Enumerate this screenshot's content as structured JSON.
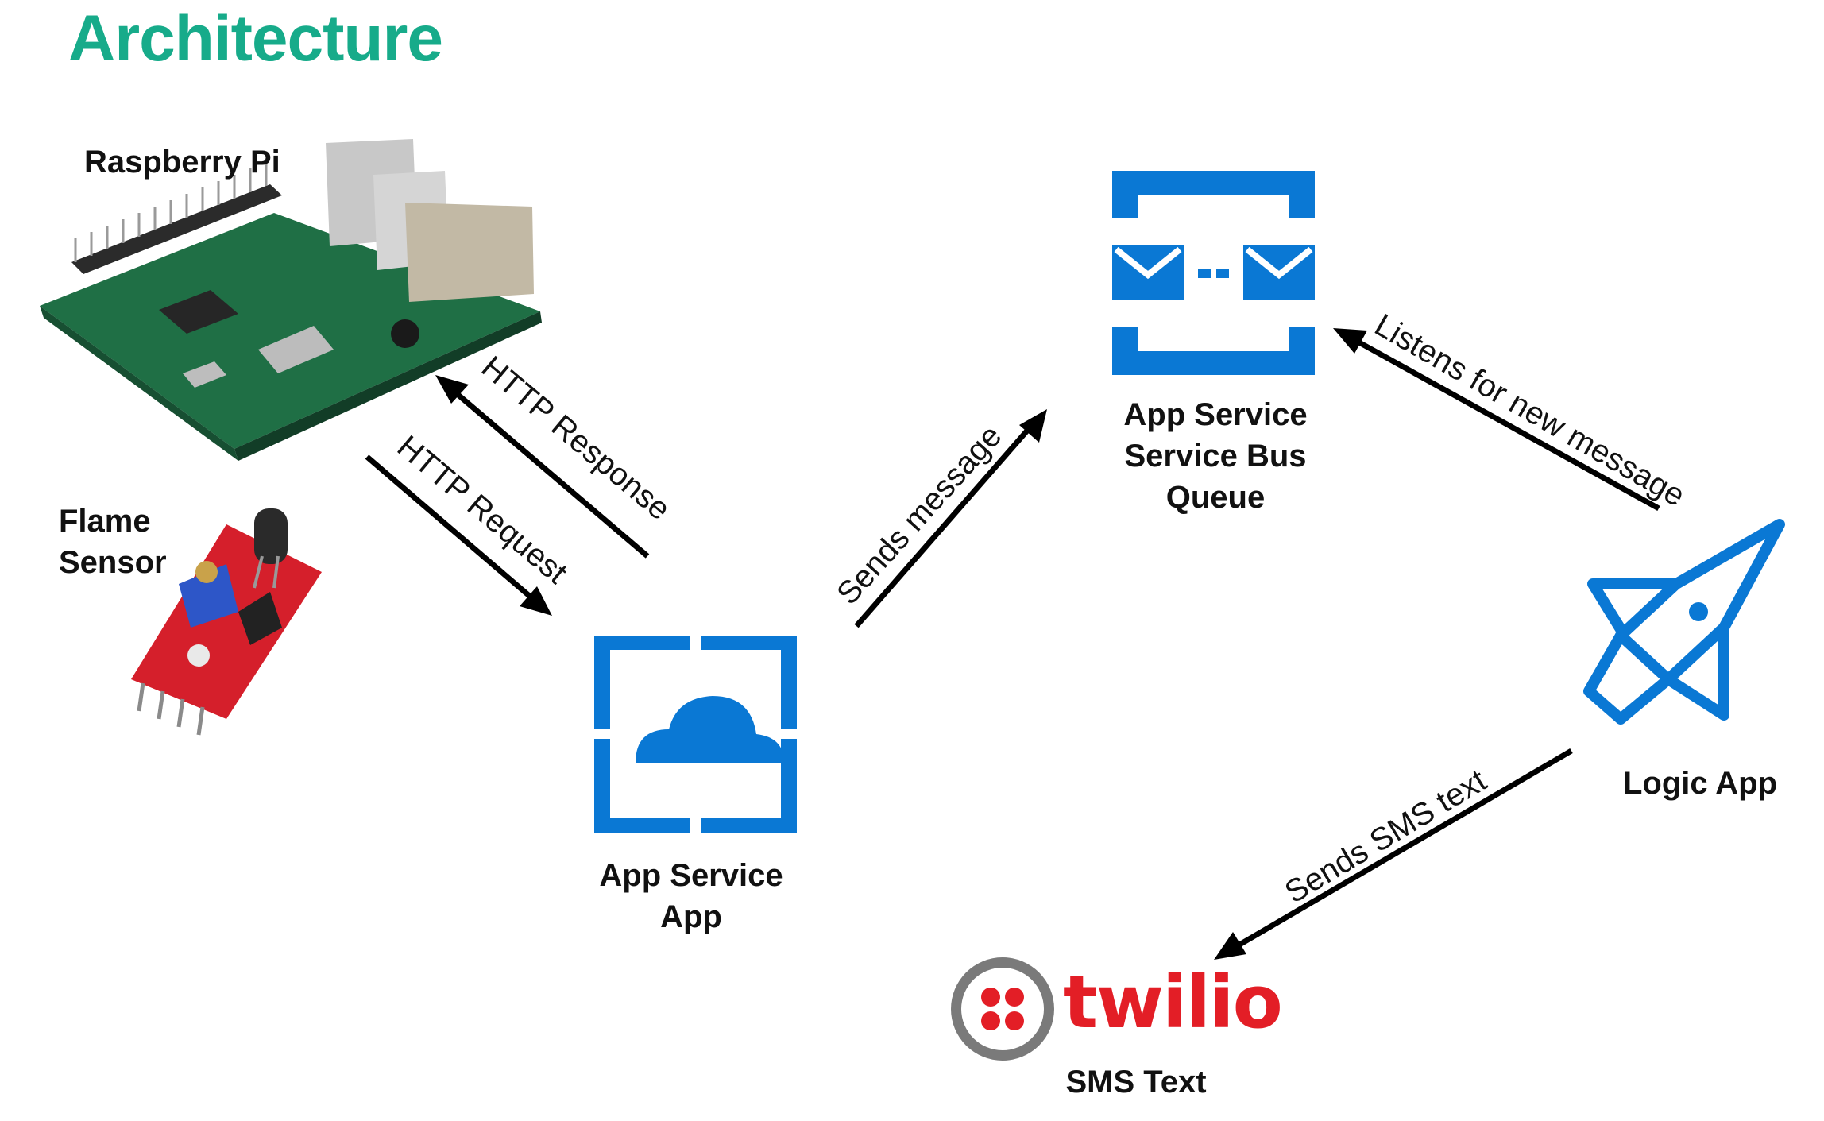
{
  "title": "Architecture",
  "nodes": {
    "raspberry_pi": {
      "label": "Raspberry Pi"
    },
    "flame_sensor": {
      "label": "Flame\nSensor"
    },
    "app_service_app": {
      "label": "App Service\nApp"
    },
    "service_bus_queue": {
      "label": "App Service\nService Bus\nQueue"
    },
    "logic_app": {
      "label": "Logic App"
    },
    "twilio": {
      "logo_text": "twilio",
      "label": "SMS Text"
    }
  },
  "edges": {
    "http_response": "HTTP Response",
    "http_request": "HTTP Request",
    "sends_message": "Sends message",
    "listens": "Listens for new message",
    "sends_sms": "Sends SMS text"
  },
  "colors": {
    "title": "#17ab8a",
    "azure_blue": "#0a78d4",
    "twilio_red": "#e31e26",
    "arrow": "#000000"
  },
  "icons": [
    "raspberry-pi-board",
    "flame-sensor-board",
    "app-service-icon",
    "service-bus-queue-icon",
    "logic-app-rocket-icon",
    "twilio-logo-icon"
  ]
}
